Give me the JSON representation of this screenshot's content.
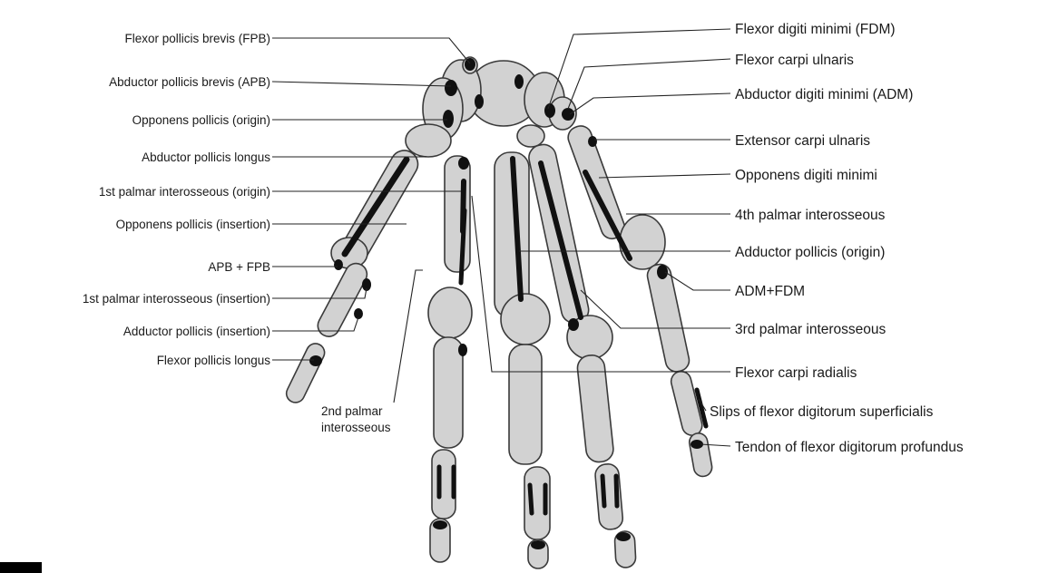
{
  "labels_left": [
    "Flexor pollicis brevis (FPB)",
    "Abductor pollicis brevis (APB)",
    "Opponens pollicis (origin)",
    "Abductor pollicis longus",
    "1st palmar interosseous (origin)",
    "Opponens pollicis (insertion)",
    "APB + FPB",
    "1st palmar interosseous (insertion)",
    "Adductor pollicis (insertion)",
    "Flexor pollicis longus"
  ],
  "labels_right": [
    "Flexor digiti minimi (FDM)",
    "Flexor carpi ulnaris",
    "Abductor digiti minimi (ADM)",
    "Extensor carpi ulnaris",
    "Opponens digiti minimi",
    "4th palmar interosseous",
    "Adductor pollicis (origin)",
    "ADM+FDM",
    "3rd palmar interosseous",
    "Flexor carpi radialis",
    "Slips of flexor digitorum superficialis",
    "Tendon of flexor digitorum profundus"
  ],
  "label_center": [
    "2nd palmar",
    "interosseous"
  ],
  "colors": {
    "bone": "#d2d2d2",
    "attachment": "#111111",
    "line": "#222222"
  }
}
